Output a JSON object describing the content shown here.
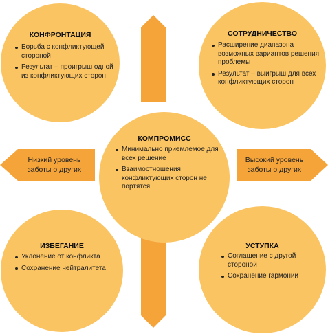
{
  "colors": {
    "circle_fill": "#fbc463",
    "arrow_fill": "#f5a43a",
    "text": "#222222"
  },
  "nodes": {
    "top_left": {
      "title": "КОНФРОНТАЦИЯ",
      "items": [
        "Борьба с конфликтующей стороной",
        "Результат – проигрыш одной из конфликтующих сторон"
      ]
    },
    "top_right": {
      "title": "СОТРУДНИЧЕСТВО",
      "items": [
        "Расширение диапазона возможных вариантов решения проблемы",
        "Результат – выигрыш для всех конфликтующих сторон"
      ]
    },
    "center": {
      "title": "КОМПРОМИСС",
      "items": [
        "Минимально приемлемое для всех решение",
        "Взаимоотношения конфликтующих сторон не портятся"
      ]
    },
    "bottom_left": {
      "title": "ИЗБЕГАНИЕ",
      "items": [
        "Уклонение от конфликта",
        "Сохранение нейтралитета"
      ]
    },
    "bottom_right": {
      "title": "УСТУПКА",
      "items": [
        "Соглашение с другой стороной",
        "Сохранение гармонии"
      ]
    }
  },
  "arrows": {
    "left_label": "Низкий уровень заботы о других",
    "right_label": "Высокий уровень заботы о других"
  }
}
